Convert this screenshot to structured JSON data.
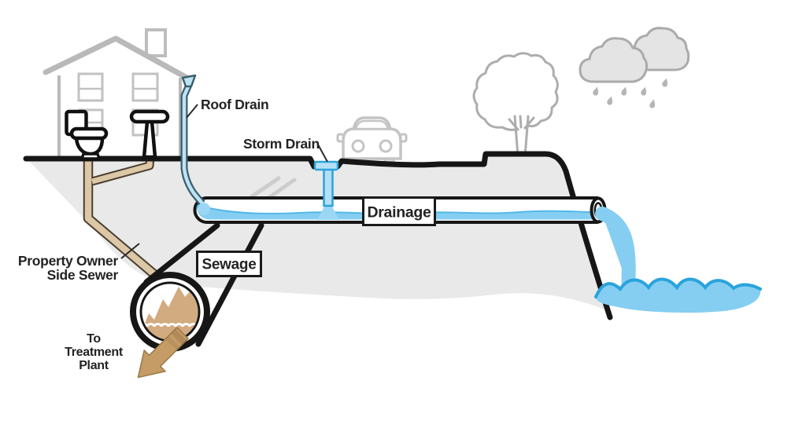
{
  "diagram": {
    "labels": {
      "roof_drain": "Roof Drain",
      "storm_drain": "Storm Drain",
      "drainage": "Drainage",
      "sewage": "Sewage",
      "side_sewer": {
        "line1": "Property Owner",
        "line2": "Side Sewer"
      },
      "treatment": {
        "line1": "To",
        "line2": "Treatment",
        "line3": "Plant"
      }
    },
    "colors": {
      "water_light": "#85cef2",
      "water_pale": "#b4e0f6",
      "water_dark": "#2aa3dc",
      "water_edge": "#49b4e6",
      "downspout_outline": "#3a5f6f",
      "downspout_fill": "#bfe3f2",
      "tan_fill": "#dcc7a6",
      "tan_outline": "#4a3f30",
      "sludge": "#d2ab80",
      "arrow": "#c59c66",
      "arrow_dark": "#9a7947",
      "ground_fill": "#e9e9e9",
      "ink": "#161616",
      "sketch_gray": "#b9b9b9",
      "cloud_fill": "#e4e4e4",
      "cloud_line": "#ababab",
      "label_ink": "#232323"
    }
  }
}
